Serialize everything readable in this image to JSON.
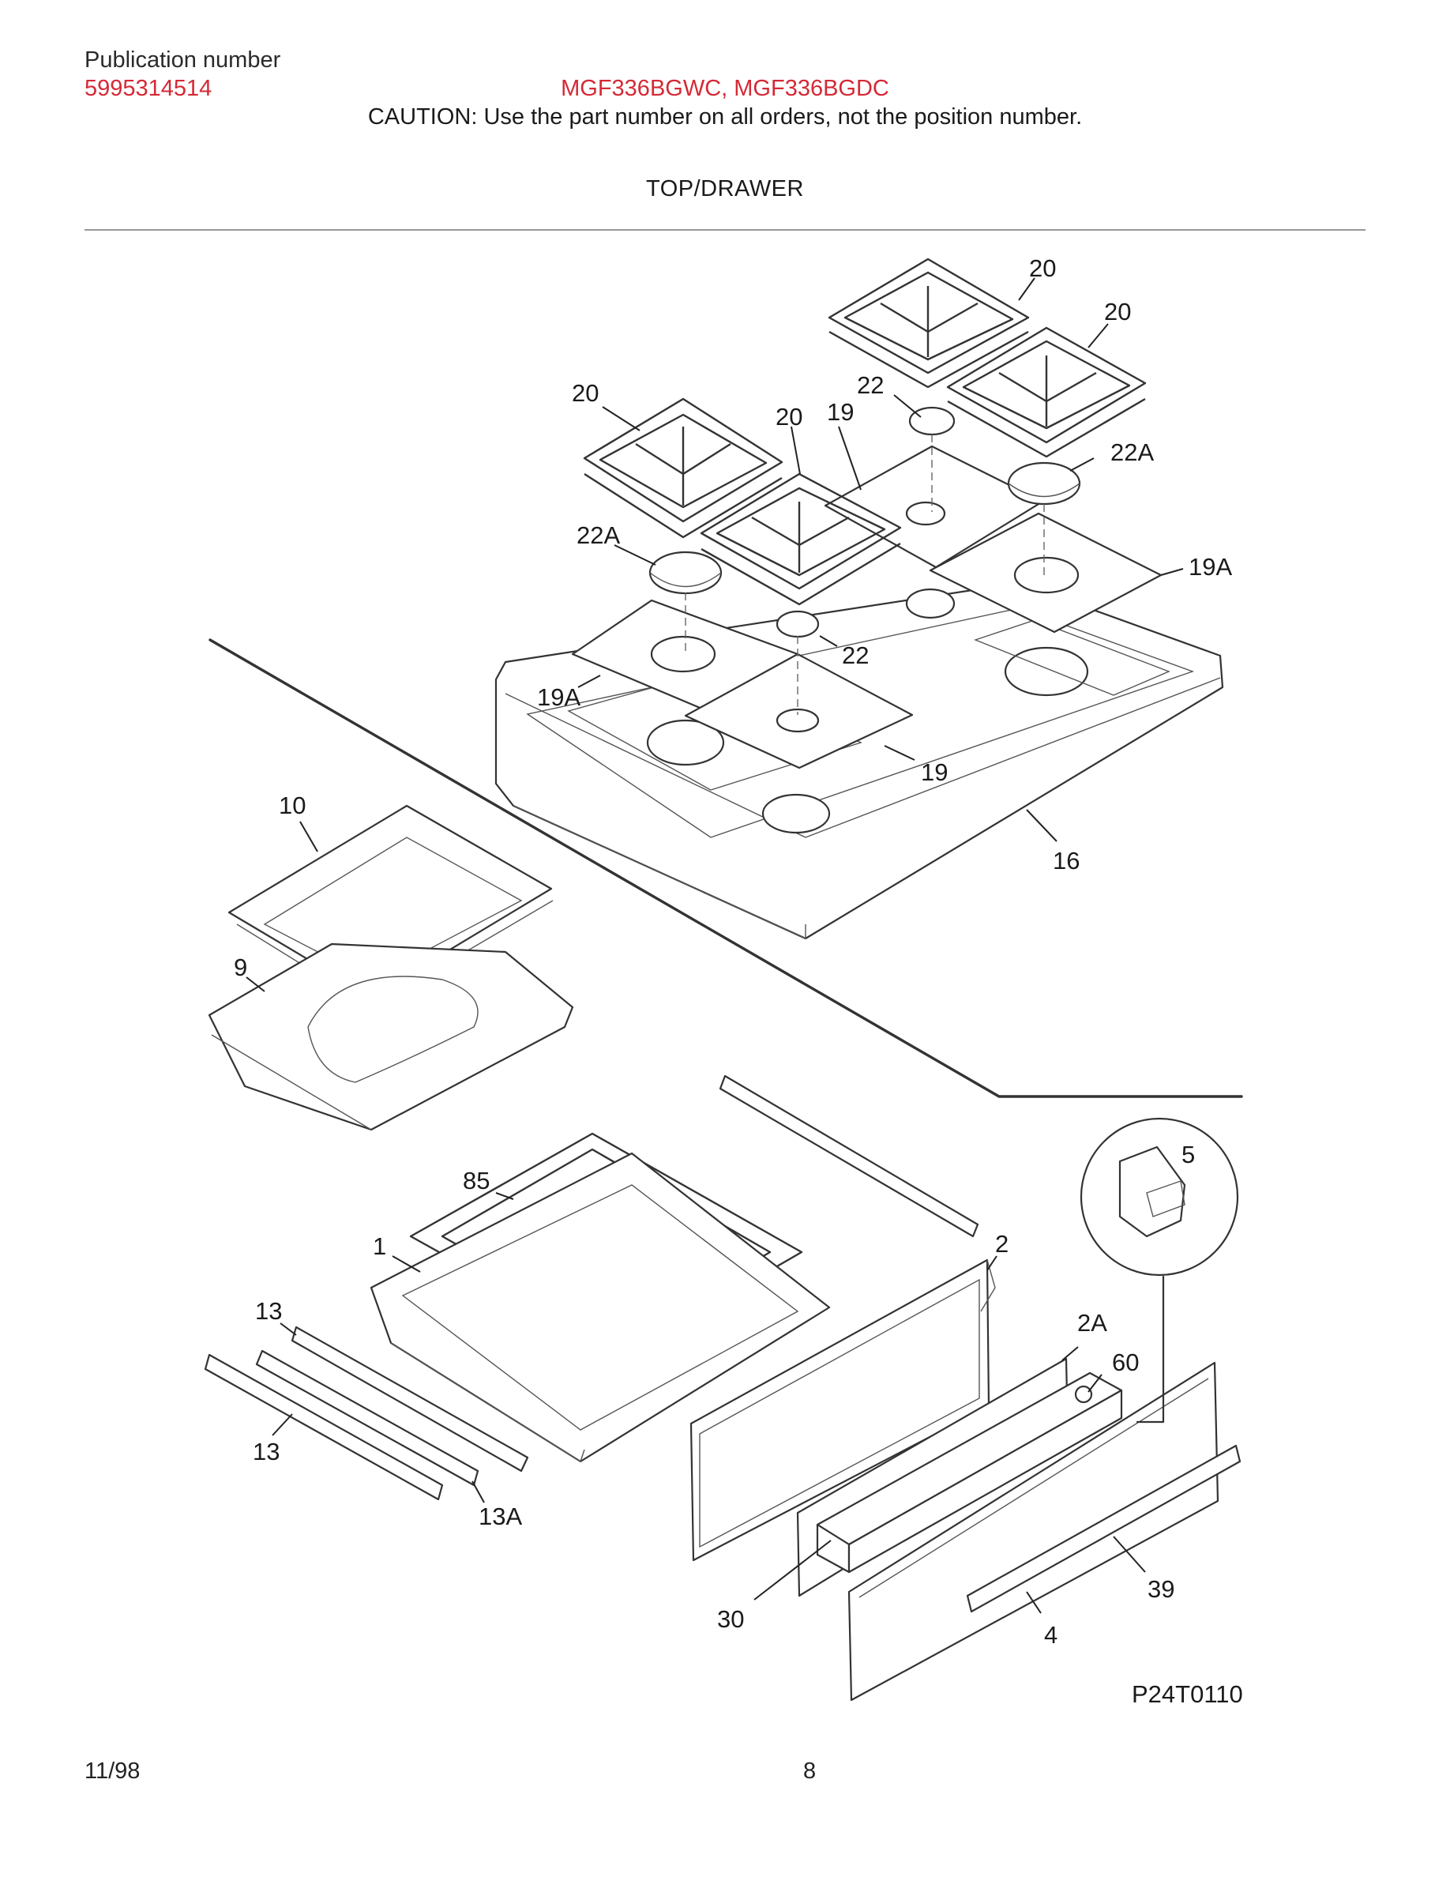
{
  "header": {
    "publication_label": "Publication number",
    "publication_number": "5995314514",
    "model_numbers": "MGF336BGWC, MGF336BGDC",
    "caution": "CAUTION:  Use the part number on all orders, not the position number.",
    "section_title": "TOP/DRAWER"
  },
  "diagram": {
    "drawing_code": "P24T0110",
    "callouts": {
      "c20a": "20",
      "c20b": "20",
      "c20c": "20",
      "c20d": "20",
      "c22a": "22",
      "c22b": "22",
      "c22A_a": "22A",
      "c22A_b": "22A",
      "c19a": "19",
      "c19b": "19",
      "c19A_a": "19A",
      "c19A_b": "19A",
      "c16": "16",
      "c10": "10",
      "c9": "9",
      "c5": "5",
      "c85": "85",
      "c1": "1",
      "c2": "2",
      "c2A": "2A",
      "c60": "60",
      "c13a": "13",
      "c13b": "13",
      "c13A": "13A",
      "c30": "30",
      "c39": "39",
      "c4": "4"
    }
  },
  "footer": {
    "date": "11/98",
    "page_number": "8"
  },
  "colors": {
    "accent_red": "#d42a36",
    "text": "#1a1a1a",
    "rule": "#999999"
  }
}
